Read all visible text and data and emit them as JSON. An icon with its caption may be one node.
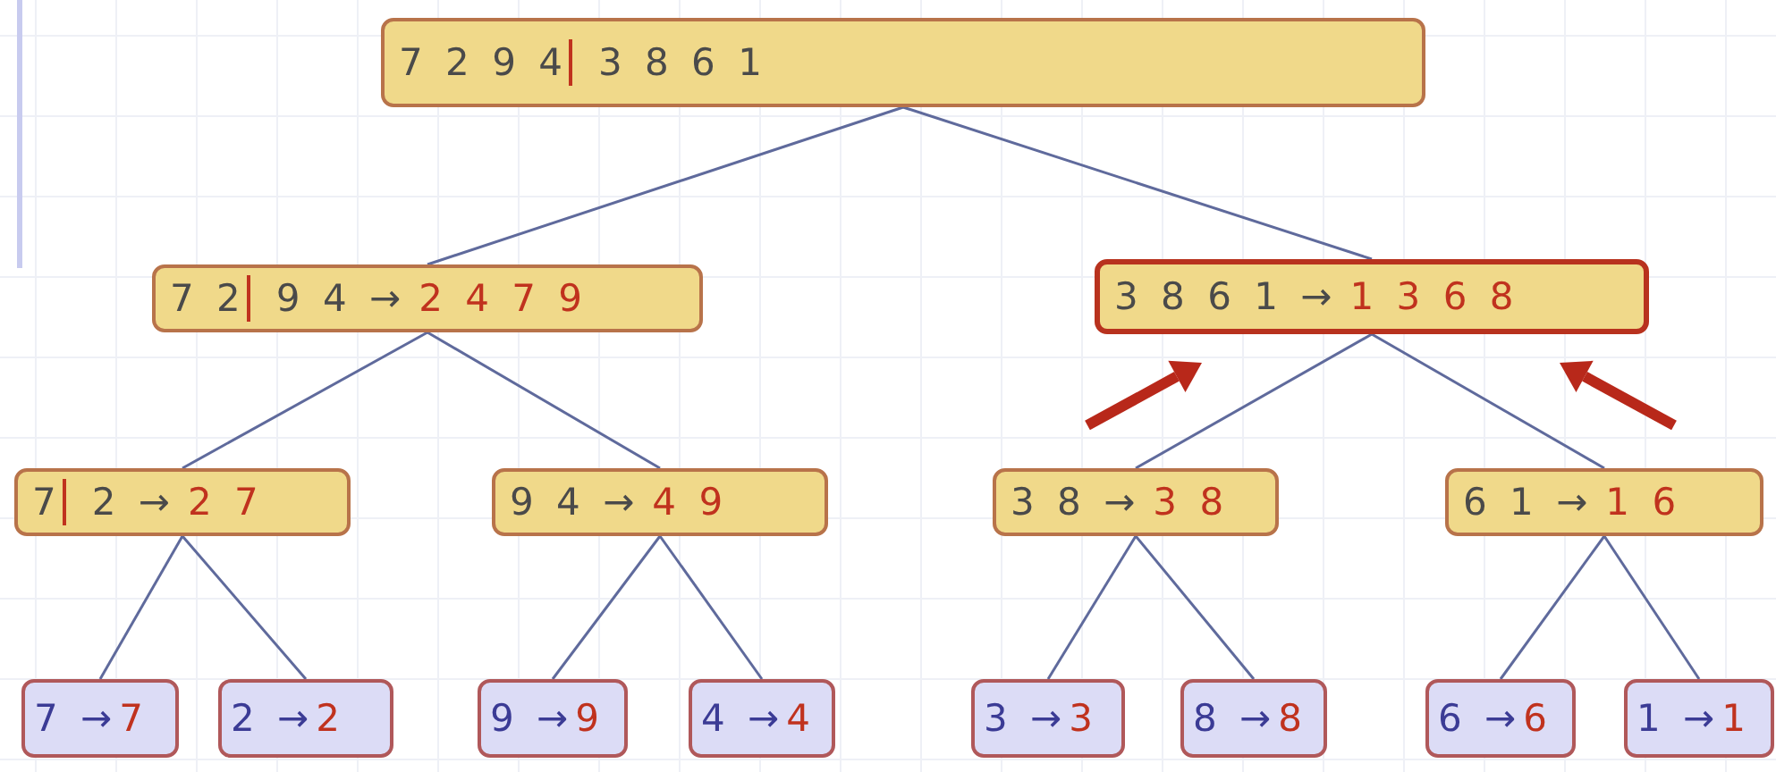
{
  "diagram": {
    "nodes": [
      {
        "text": [
          "7 2 9 4",
          "3 8 6 1"
        ]
      },
      {
        "text": [
          "7 2",
          "9 4 →",
          "2 4 7 9"
        ]
      },
      {
        "text": [
          "3 8 6 1 →",
          "1 3 6 8"
        ]
      },
      {
        "text": [
          "7",
          "2 →",
          "2 7"
        ]
      },
      {
        "text": [
          "9 4 →",
          "4 9"
        ]
      },
      {
        "text": [
          "3 8 →",
          "3 8"
        ]
      },
      {
        "text": [
          "6 1 →",
          "1 6"
        ]
      },
      {
        "text": [
          "7 →",
          "7"
        ]
      },
      {
        "text": [
          "2 →",
          "2"
        ]
      },
      {
        "text": [
          "9 →",
          "9"
        ]
      },
      {
        "text": [
          "4 →",
          "4"
        ]
      },
      {
        "text": [
          "3 →",
          "3"
        ]
      },
      {
        "text": [
          "8 →",
          "8"
        ]
      },
      {
        "text": [
          "6 →",
          "6"
        ]
      },
      {
        "text": [
          "1 →",
          "1"
        ]
      }
    ],
    "edges": [
      {
        "from": 0,
        "to": 1,
        "arrow": "none"
      },
      {
        "from": 0,
        "to": 2,
        "arrow": "none"
      },
      {
        "from": 1,
        "to": 3,
        "arrow": "none"
      },
      {
        "from": 1,
        "to": 4,
        "arrow": "none"
      },
      {
        "from": 2,
        "to": 5,
        "arrow": "none"
      },
      {
        "from": 2,
        "to": 6,
        "arrow": "none"
      },
      {
        "from": 3,
        "to": 7,
        "arrow": "none"
      },
      {
        "from": 3,
        "to": 8,
        "arrow": "none"
      },
      {
        "from": 4,
        "to": 9,
        "arrow": "none"
      },
      {
        "from": 4,
        "to": 10,
        "arrow": "none"
      },
      {
        "from": 5,
        "to": 11,
        "arrow": "none"
      },
      {
        "from": 5,
        "to": 12,
        "arrow": "none"
      },
      {
        "from": 6,
        "to": 13,
        "arrow": "none"
      },
      {
        "from": 6,
        "to": 14,
        "arrow": "none"
      }
    ]
  }
}
